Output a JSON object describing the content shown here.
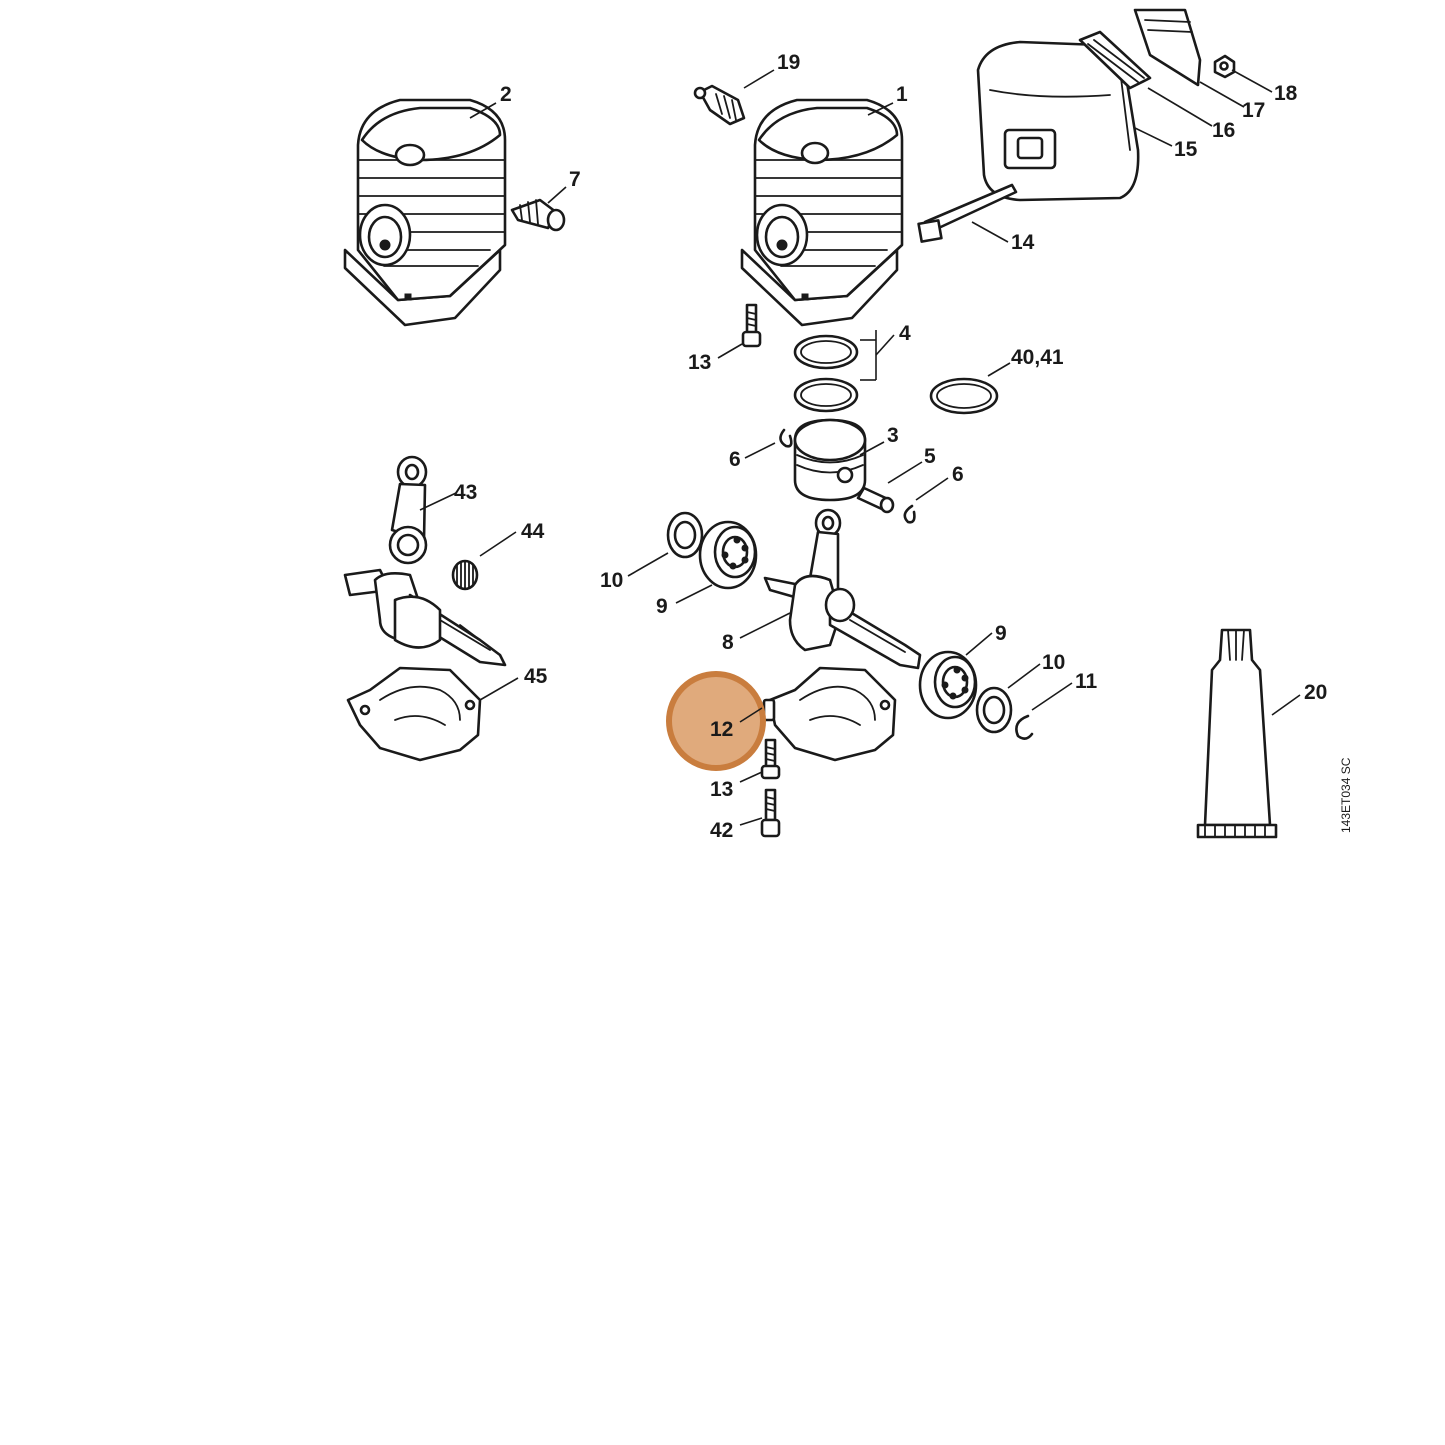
{
  "diagram": {
    "highlight_color": "#d4894a",
    "highlighted_callout": "12",
    "drawing_code": "143ET034 SC",
    "callouts": [
      {
        "id": "c1",
        "label": "1"
      },
      {
        "id": "c2",
        "label": "2"
      },
      {
        "id": "c3",
        "label": "3"
      },
      {
        "id": "c4",
        "label": "4"
      },
      {
        "id": "c5",
        "label": "5"
      },
      {
        "id": "c6a",
        "label": "6"
      },
      {
        "id": "c6b",
        "label": "6"
      },
      {
        "id": "c7",
        "label": "7"
      },
      {
        "id": "c8",
        "label": "8"
      },
      {
        "id": "c9a",
        "label": "9"
      },
      {
        "id": "c9b",
        "label": "9"
      },
      {
        "id": "c10a",
        "label": "10"
      },
      {
        "id": "c10b",
        "label": "10"
      },
      {
        "id": "c11",
        "label": "11"
      },
      {
        "id": "c12",
        "label": "12"
      },
      {
        "id": "c13a",
        "label": "13"
      },
      {
        "id": "c13b",
        "label": "13"
      },
      {
        "id": "c14",
        "label": "14"
      },
      {
        "id": "c15",
        "label": "15"
      },
      {
        "id": "c16",
        "label": "16"
      },
      {
        "id": "c17",
        "label": "17"
      },
      {
        "id": "c18",
        "label": "18"
      },
      {
        "id": "c19",
        "label": "19"
      },
      {
        "id": "c20",
        "label": "20"
      },
      {
        "id": "c4041",
        "label": "40,41"
      },
      {
        "id": "c42",
        "label": "42"
      },
      {
        "id": "c43",
        "label": "43"
      },
      {
        "id": "c44",
        "label": "44"
      },
      {
        "id": "c45",
        "label": "45"
      }
    ]
  }
}
